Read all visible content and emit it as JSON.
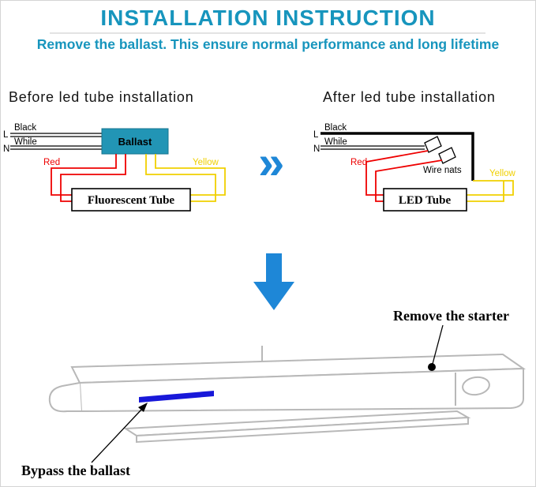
{
  "header": {
    "title": "INSTALLATION INSTRUCTION",
    "subtitle": "Remove the ballast. This ensure normal performance and long lifetime"
  },
  "transition": {
    "chevron_icon": "»"
  },
  "before": {
    "heading": "Before led tube installation",
    "black": "Black",
    "l": "L",
    "while": "While",
    "n": "N",
    "red": "Red",
    "yellow": "Yellow",
    "ballast": "Ballast",
    "tube": "Fluorescent Tube"
  },
  "after": {
    "heading": "After led tube installation",
    "black": "Black",
    "l": "L",
    "while": "While",
    "n": "N",
    "red": "Red",
    "yellow": "Yellow",
    "wire_nuts": "Wire nats",
    "tube": "LED Tube"
  },
  "fixture": {
    "remove_starter": "Remove the starter",
    "bypass_ballast": "Bypass the ballast"
  },
  "colors": {
    "heading_teal": "#1795bd",
    "arrow_blue": "#1e87d7",
    "wire_red": "#ee0000",
    "wire_yellow": "#f0d000",
    "ballast_fill": "#2295b5",
    "bypass_blue": "#1818d9",
    "fixture_gray": "#b8b8b8"
  }
}
